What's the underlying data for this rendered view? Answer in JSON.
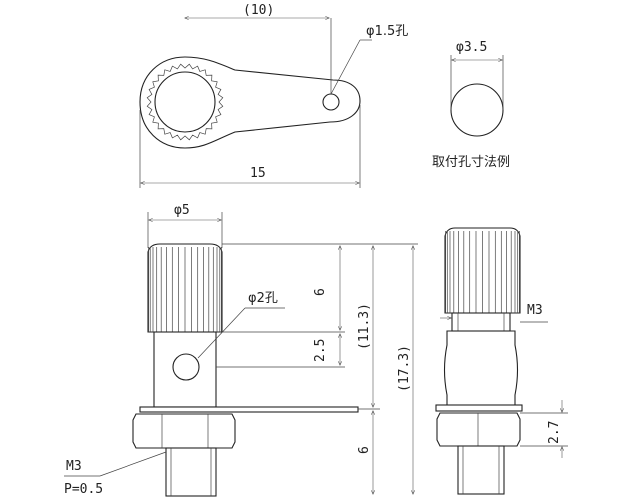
{
  "labels": {
    "top_len_ref": "(10)",
    "hole_dia_small": "φ1.5孔",
    "hole_dia_mount": "φ3.5",
    "top_len": "15",
    "mount_caption": "取付孔寸法例",
    "knob_dia": "φ5",
    "side_hole": "φ2孔",
    "dim_knurl": "6",
    "dim_mid": "2.5",
    "dim_upper_ref": "(11.3)",
    "dim_total_ref": "(17.3)",
    "dim_lower": "6",
    "thread_right": "M3",
    "dim_nut": "2.7",
    "thread_left": "M3",
    "pitch": "P=0.5"
  }
}
